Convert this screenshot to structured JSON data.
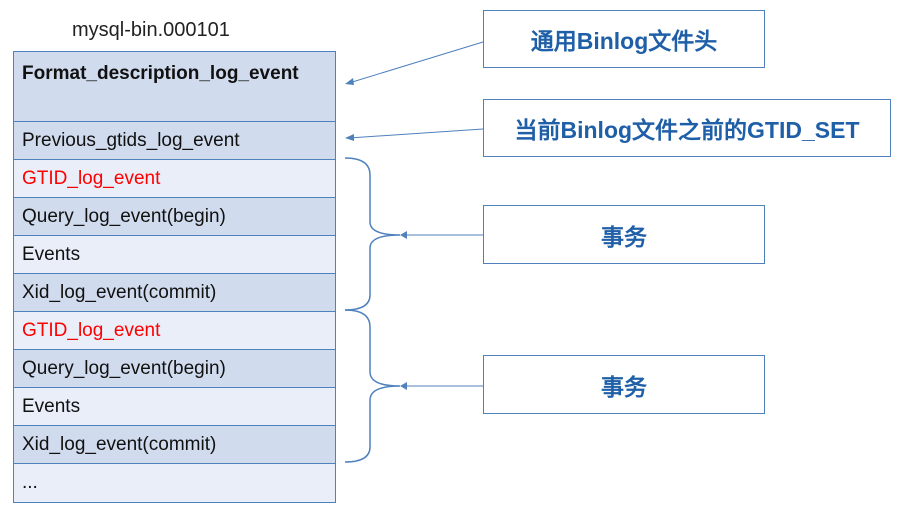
{
  "file_name": "mysql-bin.000101",
  "events": [
    {
      "label": "Format_description_log_event",
      "highlight": false
    },
    {
      "label": "Previous_gtids_log_event",
      "highlight": false
    },
    {
      "label": "GTID_log_event",
      "highlight": true
    },
    {
      "label": "Query_log_event(begin)",
      "highlight": false
    },
    {
      "label": "Events",
      "highlight": false
    },
    {
      "label": "Xid_log_event(commit)",
      "highlight": false
    },
    {
      "label": "GTID_log_event",
      "highlight": true
    },
    {
      "label": "Query_log_event(begin)",
      "highlight": false
    },
    {
      "label": "Events",
      "highlight": false
    },
    {
      "label": "Xid_log_event(commit)",
      "highlight": false
    },
    {
      "label": "...",
      "highlight": false
    }
  ],
  "callouts": {
    "header": "通用Binlog文件头",
    "gtid_set": "当前Binlog文件之前的GTID_SET",
    "transaction_1": "事务",
    "transaction_2": "事务"
  },
  "colors": {
    "border": "#4f81bd",
    "row_dark": "#d1dbee",
    "row_light": "#e9eef8",
    "gtid_text": "#ff0000",
    "callout_text": "#1f5fa8"
  }
}
